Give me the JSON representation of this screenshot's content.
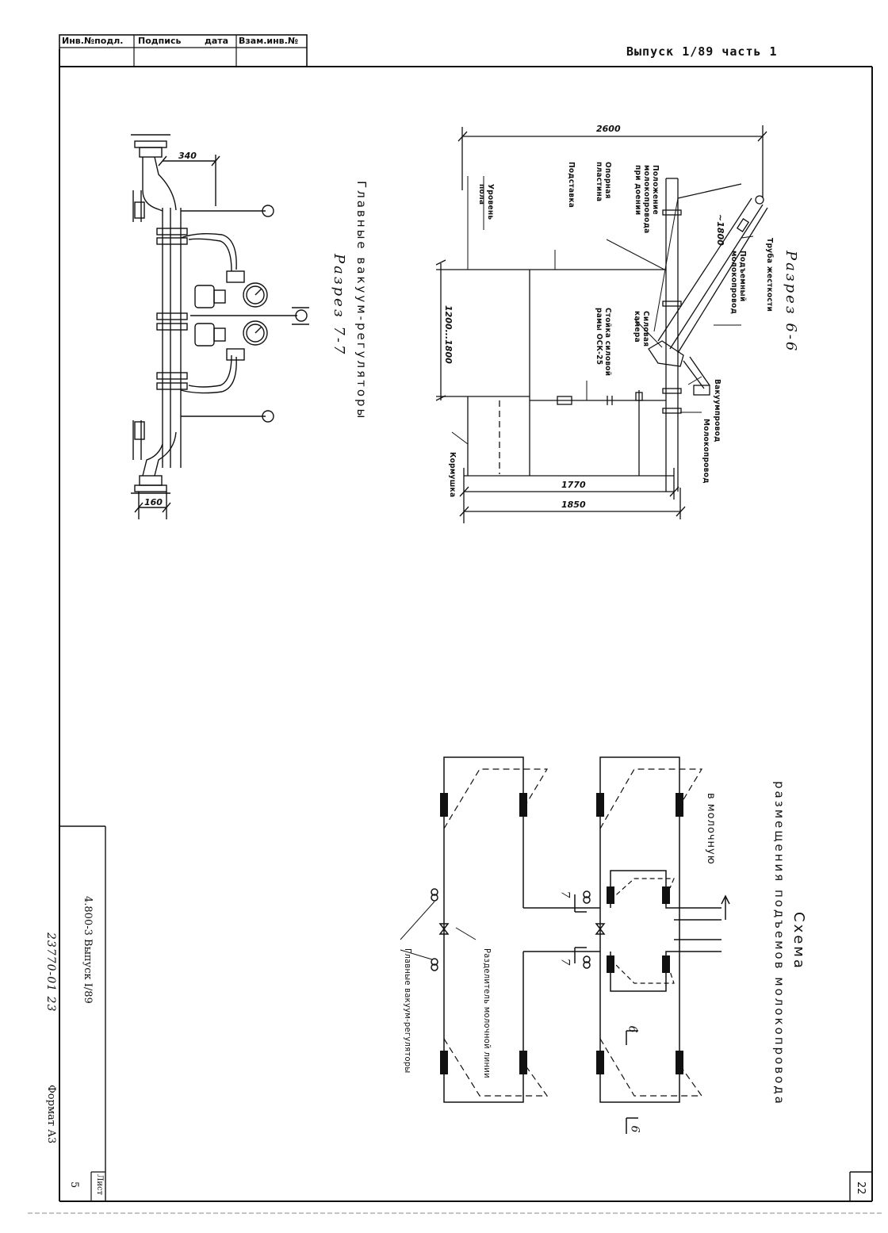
{
  "header": {
    "cells": [
      "Инв.№подл.",
      "Подпись",
      "дата",
      "Взам.инв.№"
    ],
    "issue_line": "Выпуск 1/89 часть 1"
  },
  "page_number": "22",
  "stamp": {
    "sheet_label": "Лист",
    "sheet_number": "5",
    "doc_line": "4.800-3 Выпуск I/89",
    "code_line": "23770-01 23",
    "format_line": "Формат А3"
  },
  "section_66": {
    "title": "Разрез 6-6",
    "labels": {
      "floor_level": "Уровень пола",
      "stand": "Подставка",
      "support_plate": "Опорная пластина",
      "milk_pos": "Положение молокопровода при доении",
      "stiff_pipe": "Труба жесткости",
      "lift_milk": "Подъемный молокопровод",
      "power_chamber": "Силовая камера",
      "power_frame": "Стойка силовой рамы ОСК-25",
      "vacuum_line": "Вакуумпровод",
      "milk_line": "Молокопровод",
      "feeder": "Кормушка"
    },
    "dims": {
      "d2600": "2600",
      "d1800": "~1800",
      "d1200": "1200...1800",
      "d1770": "1770",
      "d1850": "1850"
    }
  },
  "section_77": {
    "title": "Главные вакуум-регуляторы",
    "subtitle": "Разрез 7-7",
    "dims": {
      "d340": "340",
      "d160": "160"
    }
  },
  "scheme": {
    "title": "Схема",
    "subtitle": "размещения подъемов молокопровода",
    "to_dairy": "в молочную",
    "divider": "Разделитель молочной линии",
    "regulators": "Главные вакуум-регуляторы",
    "mark_6": "6",
    "mark_7": "7"
  }
}
